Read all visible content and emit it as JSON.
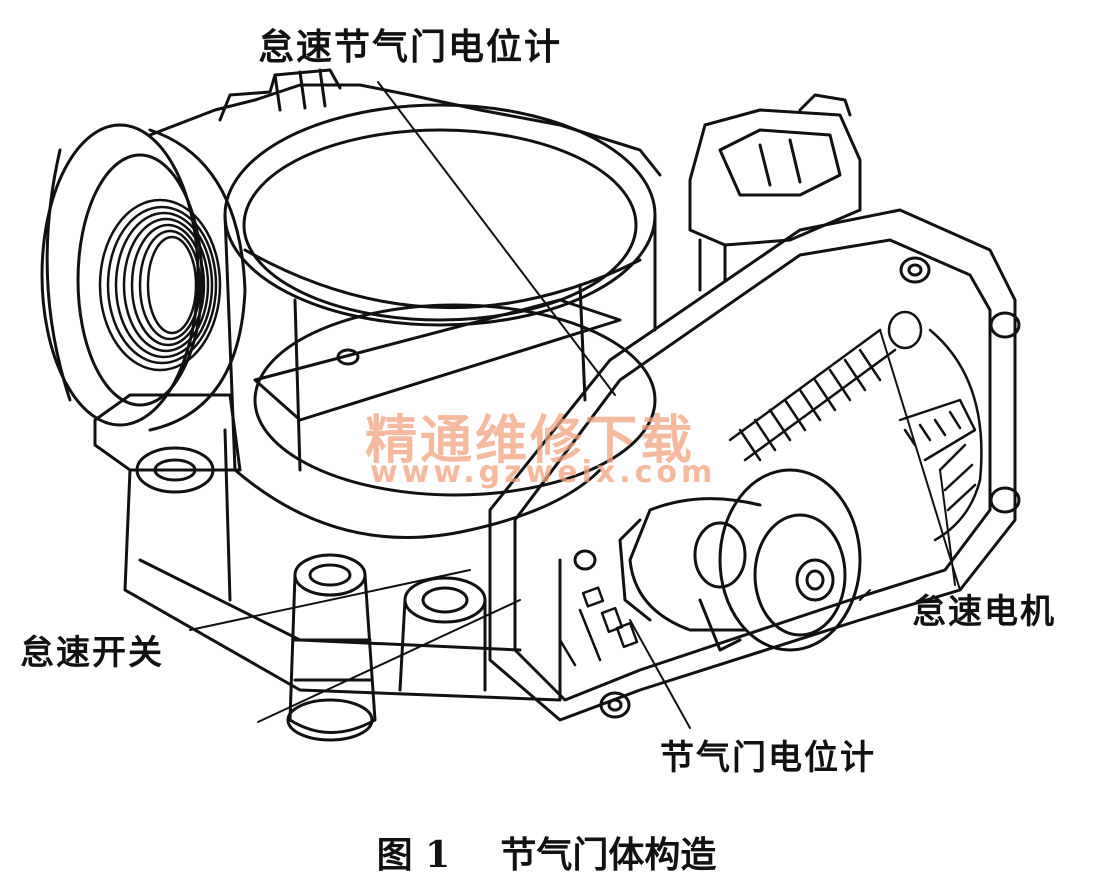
{
  "labels": {
    "idle_tps": "怠速节气门电位计",
    "idle_motor": "怠速电机",
    "idle_switch": "怠速开关",
    "tps": "节气门电位计"
  },
  "caption": "图 1    节气门体构造",
  "watermark": {
    "cn": "精通维修下载",
    "url": "www.gzweix.com"
  }
}
